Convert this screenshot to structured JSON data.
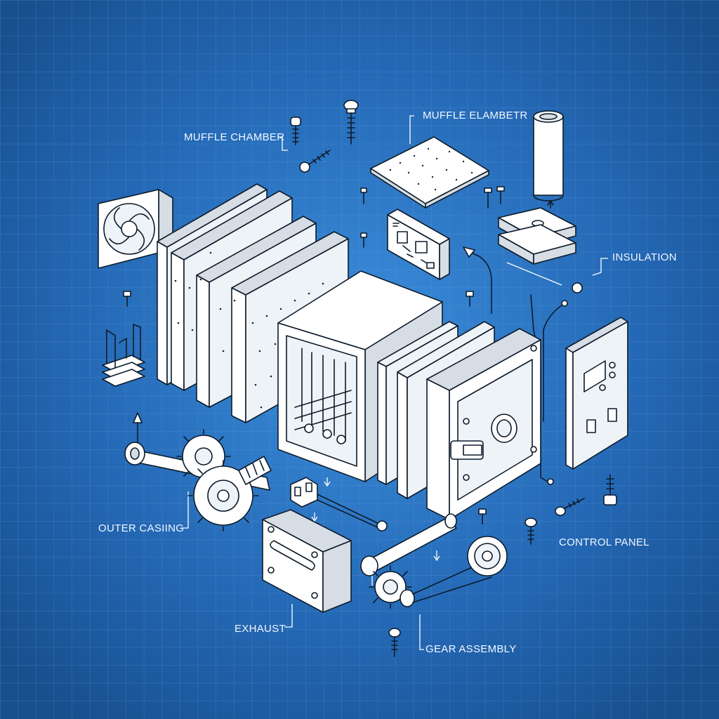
{
  "labels": {
    "muffle_chamber": "MUFFLE CHAMBER",
    "muffle_element": "MUFFLE ELAMBETR",
    "insulation": "INSULATION",
    "outer_casing": "OUTER CASIING",
    "control_panel": "CONTROL PANEL",
    "exhaust": "EXHAUST",
    "gear_assembly": "GEAR ASSEMBLY"
  },
  "colors": {
    "background": "#1f5fa6",
    "grid": "#5b92cf",
    "line": "#0d1b2a",
    "label_text": "#f2f7ff"
  }
}
